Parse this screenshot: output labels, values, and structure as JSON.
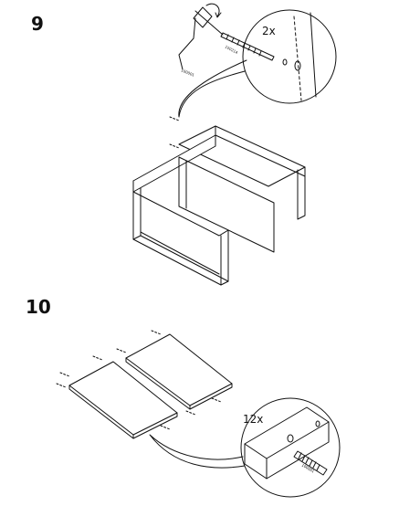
{
  "steps": [
    {
      "number": "9",
      "quantity_label": "2x",
      "part_code_a": "100214",
      "part_code_b": "100001"
    },
    {
      "number": "10",
      "quantity_label": "12x",
      "part_code_a": "100001"
    }
  ],
  "colors": {
    "ink": "#111111",
    "panel_fill": "#ffffff"
  },
  "icons": [
    "screwdriver-icon",
    "rotation-arrow-icon",
    "dowel-icon"
  ]
}
